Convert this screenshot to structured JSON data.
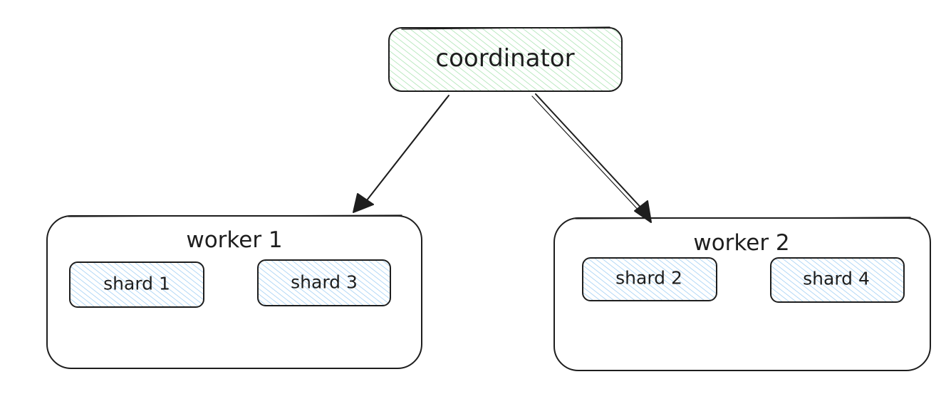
{
  "coordinator": {
    "label": "coordinator",
    "fill_color": "#b2f2bb"
  },
  "workers": [
    {
      "label": "worker 1",
      "shards": [
        {
          "label": "shard 1"
        },
        {
          "label": "shard 3"
        }
      ]
    },
    {
      "label": "worker 2",
      "shards": [
        {
          "label": "shard 2"
        },
        {
          "label": "shard 4"
        }
      ]
    }
  ],
  "shard_fill_color": "#a5d8ff",
  "stroke_color": "#1e1e1e"
}
